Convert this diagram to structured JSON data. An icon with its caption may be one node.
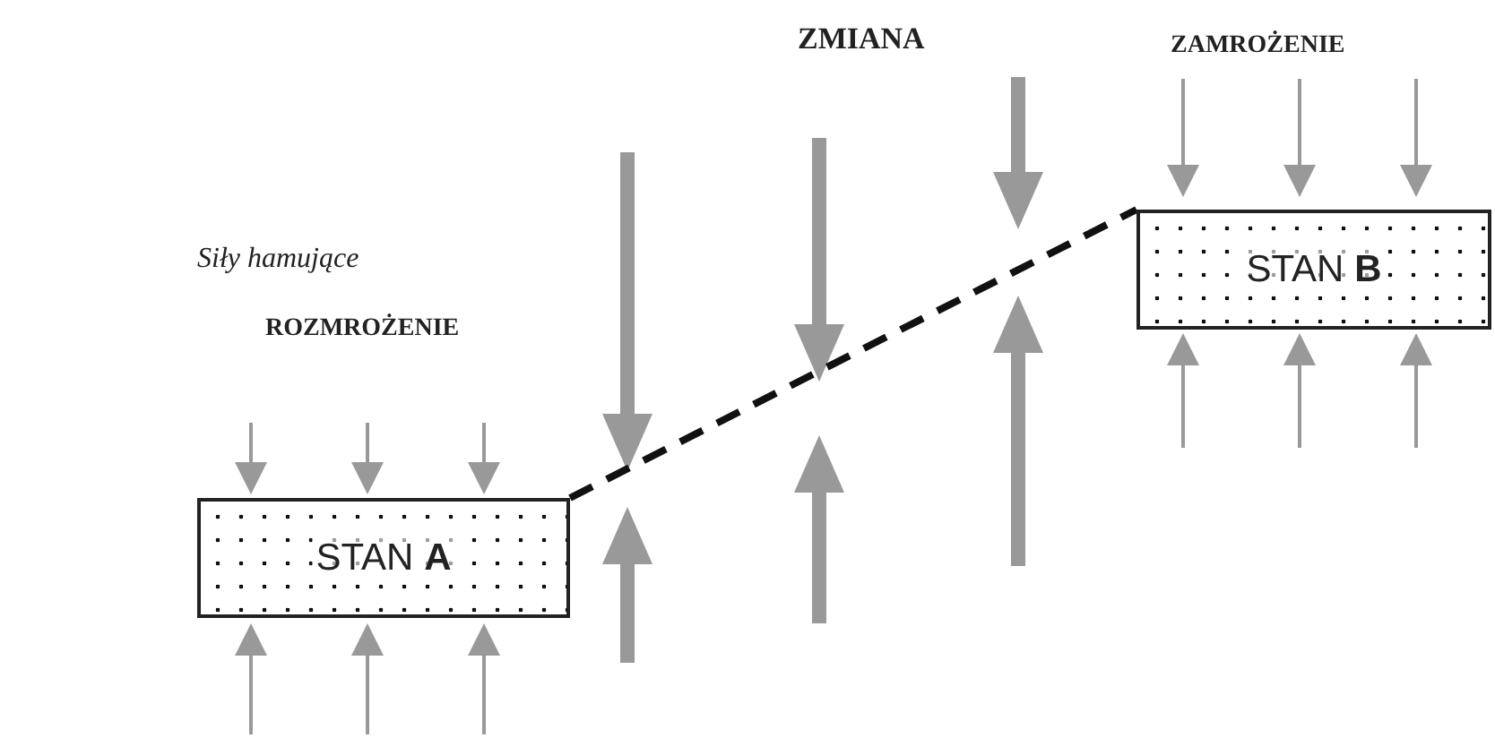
{
  "diagram": {
    "nodes": [
      {
        "text": [
          "STAN **A**"
        ]
      },
      {
        "text": [
          "STAN **B**"
        ]
      }
    ],
    "edges": [
      {
        "from": 0,
        "to": 1,
        "arrow": "none",
        "style": "dashed"
      }
    ],
    "labels": [
      "ZMIANA",
      "ZAMROŻENIE",
      "Siły hamujące",
      "ROZMROŻENIE"
    ]
  }
}
